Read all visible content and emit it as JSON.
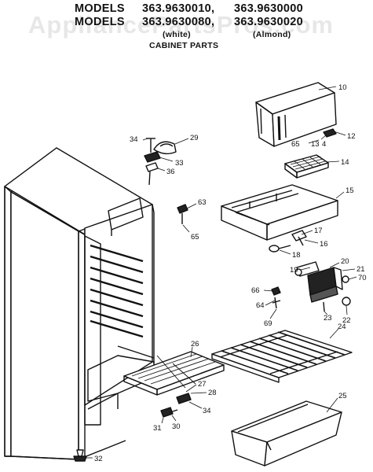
{
  "header": {
    "line1_label": "MODELS",
    "line1_model_a": "363.9630010,",
    "line1_model_b": "363.9630000",
    "line2_label": "MODELS",
    "line2_model_a": "363.9630080,",
    "line2_model_b": "363.9630020",
    "color_white": "(white)",
    "color_almond": "(Almond)",
    "section_title": "CABINET PARTS"
  },
  "watermark": "AppliancePartsPros.com",
  "callouts": [
    "10",
    "12",
    "65",
    "13",
    "4",
    "14",
    "15",
    "17",
    "16",
    "18",
    "19",
    "20",
    "21",
    "70",
    "23",
    "22",
    "66",
    "64",
    "69",
    "24",
    "25",
    "26",
    "27",
    "28",
    "34",
    "31",
    "30",
    "32",
    "34",
    "29",
    "33",
    "36",
    "63",
    "65"
  ],
  "colors": {
    "ink": "#111111",
    "background": "#ffffff"
  }
}
